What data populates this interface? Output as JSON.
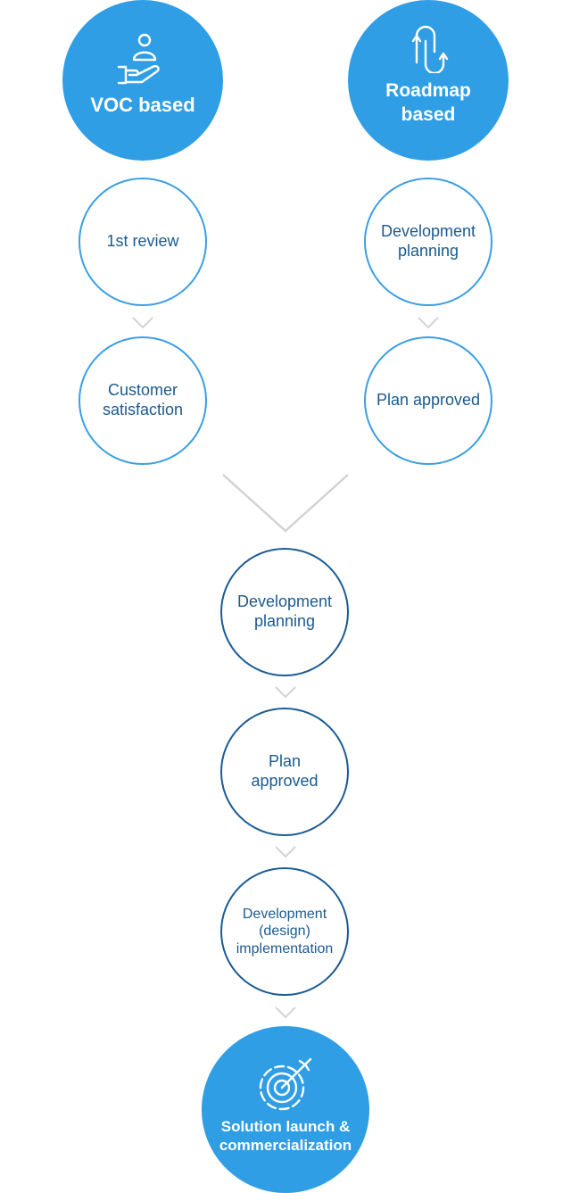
{
  "tracks": {
    "voc": {
      "title": "VOC based",
      "icon": "hand-user-icon",
      "steps": [
        "1st review",
        "Customer\nsatisfaction"
      ]
    },
    "roadmap": {
      "title": "Roadmap\nbased",
      "icon": "path-arrows-icon",
      "steps": [
        "Development\nplanning",
        "Plan approved"
      ]
    }
  },
  "merged_steps": [
    "Development\nplanning",
    "Plan\napproved",
    "Development\n(design)\nimplementation"
  ],
  "final": {
    "title": "Solution launch &\ncommercialization",
    "icon": "target-icon"
  },
  "colors": {
    "primary": "#2f9ee5",
    "outline_light": "#3a9fe3",
    "outline_dark": "#1a5c94",
    "text": "#1c5a8f",
    "chevron": "#d3d3d3"
  }
}
